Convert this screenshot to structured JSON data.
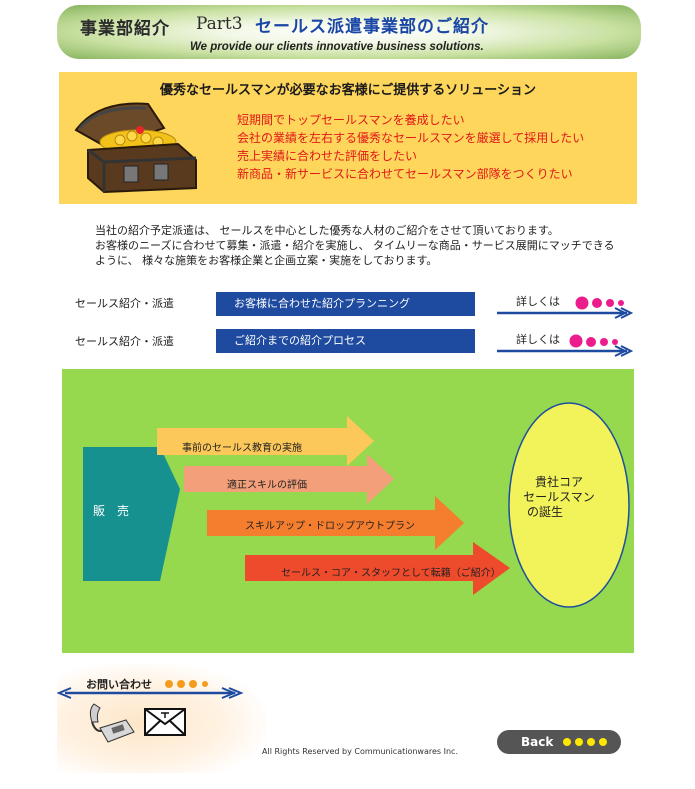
{
  "header": {
    "title": "事業部紹介",
    "part": "Part3",
    "subtitle": "セールス派遣事業部のご紹介",
    "tagline": "We provide our clients innovative business solutions."
  },
  "solution_box": {
    "heading": "優秀なセールスマンが必要なお客様にご提供するソリューション",
    "items": [
      "短期間でトップセールスマンを養成したい",
      "会社の業績を左右する優秀なセールスマンを厳選して採用したい",
      "売上実績に合わせた評価をしたい",
      "新商品・新サービスに合わせてセールスマン部隊をつくりたい"
    ]
  },
  "intro": {
    "lines": [
      "当社の紹介予定派遣は、 セールスを中心とした優秀な人材のご紹介をさせて頂いております。",
      "お客様のニーズに合わせて募集・派遣・紹介を実施し、 タイムリーな商品・サービス展開にマッチできる",
      "ように、 様々な施策をお客様企業と企画立案・実施をしております。"
    ]
  },
  "links": [
    {
      "label": "セールス紹介・派遣",
      "bar": "お客様に合わせた紹介プランニング",
      "detail": "詳しくは"
    },
    {
      "label": "セールス紹介・派遣",
      "bar": "ご紹介までの紹介プロセス",
      "detail": "詳しくは"
    }
  ],
  "diagram": {
    "source": "販　売",
    "steps": [
      "事前のセールス教育の実施",
      "適正スキルの評価",
      "スキルアップ・ドロップアウトプラン",
      "セールス・コア・スタッフとして転籍（ご紹介）"
    ],
    "result_lines": [
      "貴社コア",
      "セールスマン",
      "の誕生"
    ],
    "colors": {
      "step1": "#fcc85a",
      "step2": "#f3a07a",
      "step3": "#f57d2e",
      "step4": "#ee4a2c",
      "source": "#16918f",
      "result": "#f2f25a"
    }
  },
  "contact": {
    "label": "お問い合わせ"
  },
  "footer": {
    "copyright": "All Rights Reserved by Communicationwares Inc.",
    "back": "Back"
  }
}
